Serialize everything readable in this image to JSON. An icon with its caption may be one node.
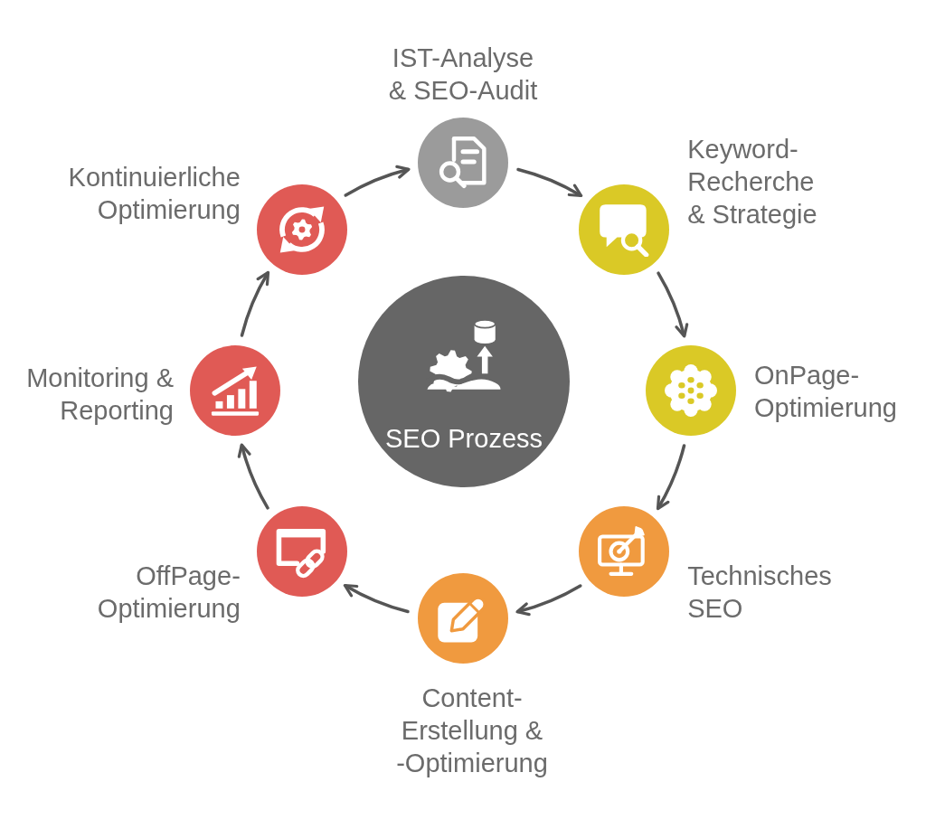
{
  "diagram": {
    "nodes": [
      {
        "text": [
          "IST-Analyse & SEO-Audit"
        ]
      },
      {
        "text": [
          "Keyword- Recherche & Strategie"
        ]
      },
      {
        "text": [
          "OnPage- Optimierung"
        ]
      },
      {
        "text": [
          "Technisches SEO"
        ]
      },
      {
        "text": [
          "Content- Erstellung & -Optimierung"
        ]
      },
      {
        "text": [
          "OffPage- Optimierung"
        ]
      },
      {
        "text": [
          "Monitoring & Reporting"
        ]
      },
      {
        "text": [
          "Kontinuierliche Optimierung"
        ]
      },
      {
        "text": [
          "SEO Prozess"
        ]
      }
    ],
    "edges": [
      {
        "from": 0,
        "to": 1,
        "arrow": "to"
      },
      {
        "from": 1,
        "to": 2,
        "arrow": "to"
      },
      {
        "from": 2,
        "to": 3,
        "arrow": "to"
      },
      {
        "from": 3,
        "to": 4,
        "arrow": "to"
      },
      {
        "from": 4,
        "to": 5,
        "arrow": "to"
      },
      {
        "from": 5,
        "to": 6,
        "arrow": "to"
      },
      {
        "from": 6,
        "to": 7,
        "arrow": "to"
      },
      {
        "from": 7,
        "to": 0,
        "arrow": "to"
      }
    ]
  }
}
